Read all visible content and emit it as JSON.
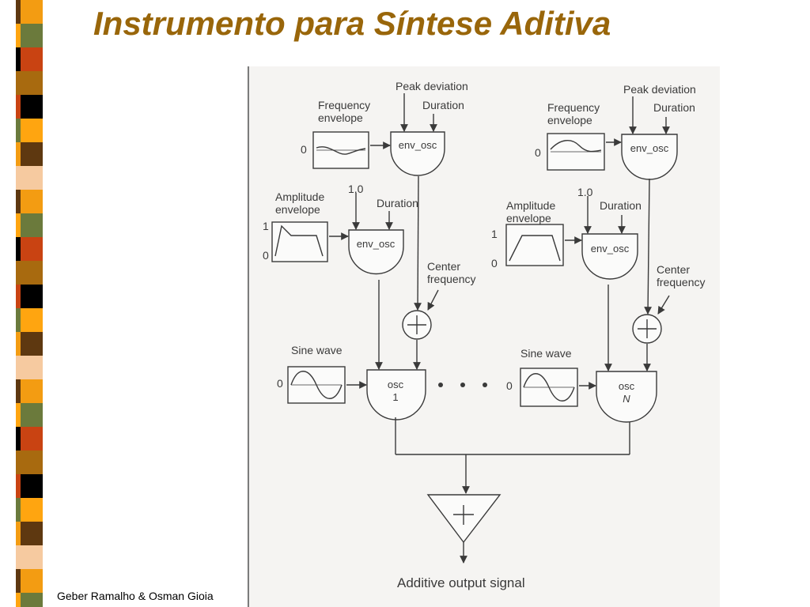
{
  "slide": {
    "title": "Instrumento para Síntese Aditiva",
    "footer": "Geber Ramalho & Osman Gioia"
  },
  "colors": {
    "title": "#99660a",
    "stripe_palette": [
      "#f39c12",
      "#a86a0f",
      "#5e3810",
      "#6b7a3c",
      "#000000",
      "#f6caa0",
      "#c94312",
      "#ffa510"
    ]
  },
  "diagram": {
    "voice_1": {
      "peak_deviation": "Peak deviation",
      "duration_freq": "Duration",
      "frequency_envelope": [
        "Frequency",
        "envelope"
      ],
      "freq_env_zero": "0",
      "env_osc_freq": "env_osc",
      "one_point_zero": "1.0",
      "duration_amp": "Duration",
      "amplitude_envelope": [
        "Amplitude",
        "envelope"
      ],
      "amp_env_one": "1",
      "amp_env_zero": "0",
      "env_osc_amp": "env_osc",
      "center_frequency": [
        "Center",
        "frequency"
      ],
      "sine_wave": "Sine wave",
      "sine_zero": "0",
      "osc": [
        "osc",
        "1"
      ]
    },
    "voice_n": {
      "peak_deviation": "Peak deviation",
      "duration_freq": "Duration",
      "frequency_envelope": [
        "Frequency",
        "envelope"
      ],
      "freq_env_zero": "0",
      "env_osc_freq": "env_osc",
      "one_point_zero": "1.0",
      "duration_amp": "Duration",
      "amplitude_envelope": [
        "Amplitude",
        "envelope"
      ],
      "amp_env_one": "1",
      "amp_env_zero": "0",
      "env_osc_amp": "env_osc",
      "center_frequency": [
        "Center",
        "frequency"
      ],
      "sine_wave": "Sine wave",
      "sine_zero": "0",
      "osc": [
        "osc",
        "N"
      ]
    },
    "output_label": "Additive output signal"
  }
}
